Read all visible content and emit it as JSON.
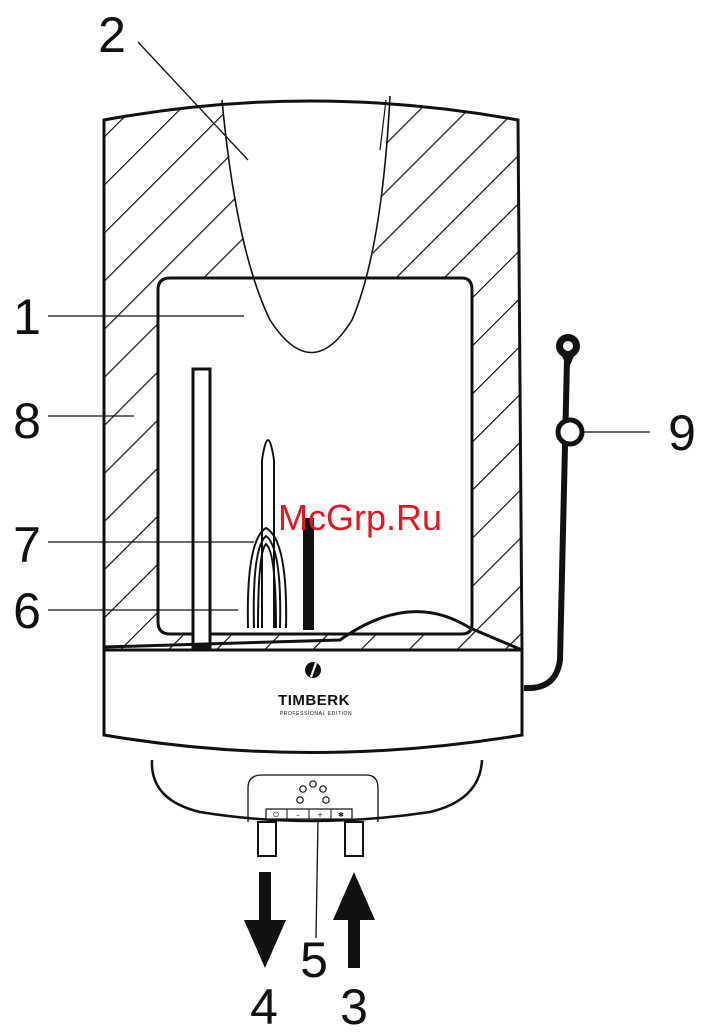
{
  "callouts": {
    "n1": "1",
    "n2": "2",
    "n3": "3",
    "n4": "4",
    "n5": "5",
    "n6": "6",
    "n7": "7",
    "n8": "8",
    "n9": "9"
  },
  "brand": {
    "name": "TIMBERK",
    "edition": "PROFESSIONAL EDITION"
  },
  "control_panel": {
    "buttons": [
      "⏻",
      "–",
      "+",
      "✱"
    ]
  },
  "watermark": "McGrp.Ru",
  "colors": {
    "line": "#111111",
    "watermark": "#e8141e",
    "background": "#ffffff"
  }
}
